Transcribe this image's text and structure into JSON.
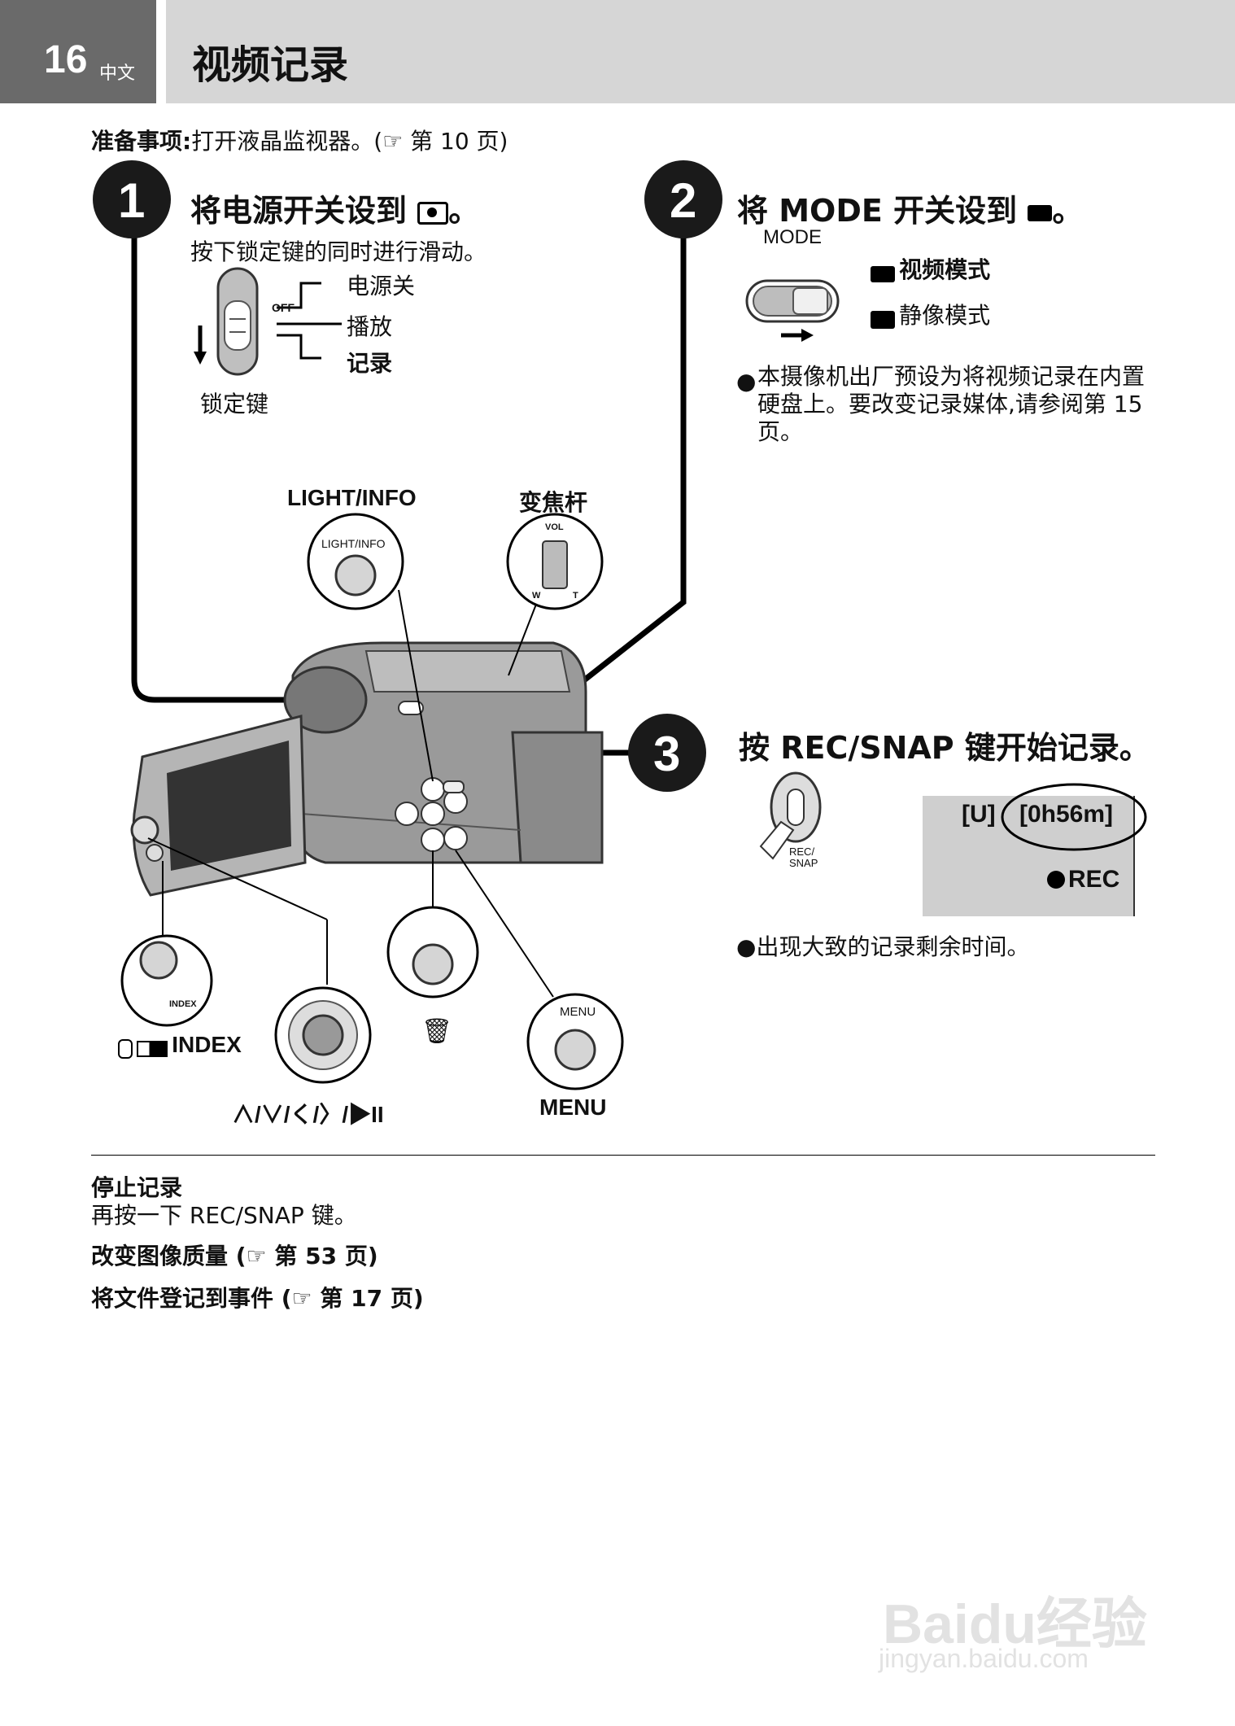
{
  "header": {
    "page_number": "16",
    "language": "中文",
    "title": "视频记录"
  },
  "preparation": {
    "label": "准备事项:",
    "text": "打开液晶监视器。(☞ 第 10 页)"
  },
  "step1": {
    "number": "1",
    "title": "将电源开关设到 ",
    "title_end": "。",
    "subtitle": "按下锁定键的同时进行滑动。",
    "options": [
      "电源关",
      "播放",
      "记录"
    ],
    "switch_marks": [
      "OFF"
    ],
    "lock_key": "锁定键"
  },
  "step2": {
    "number": "2",
    "title": "将 MODE 开关设到 ",
    "title_end": "。",
    "switch_label": "MODE",
    "modes": [
      {
        "icon": "video-camera-icon",
        "text": "视频模式"
      },
      {
        "icon": "still-camera-icon",
        "text": "静像模式"
      }
    ],
    "note": "本摄像机出厂预设为将视频记录在内置硬盘上。要改变记录媒体,请参阅第 15 页。"
  },
  "step3": {
    "number": "3",
    "title": "按 REC/SNAP 键开始记录。",
    "button_label": "REC/\nSNAP",
    "display": {
      "media": "[U]",
      "remaining": "[0h56m]",
      "rec": "REC"
    },
    "note": "出现大致的记录剩余时间。"
  },
  "callouts": {
    "light_info": "LIGHT/INFO",
    "light_info_small": "LIGHT/INFO",
    "zoom": "变焦杆",
    "zoom_vol": "VOL",
    "zoom_w": "W",
    "zoom_t": "T",
    "index": "INDEX",
    "index_small": "INDEX",
    "menu": "MENU",
    "menu_small": "MENU",
    "nav": "∧/∨/く/〉/▶II"
  },
  "footer": {
    "stop_title": "停止记录",
    "stop_text": "再按一下 REC/SNAP 键。",
    "quality": "改变图像质量 (☞ 第 53 页)",
    "event": "将文件登记到事件 (☞ 第 17 页)"
  },
  "watermark": {
    "brand": "Baidu经验",
    "url": "jingyan.baidu.com"
  },
  "colors": {
    "header_dark": "#6a6a6a",
    "header_light": "#d6d6d6",
    "display_bg": "#cfcfcf"
  }
}
